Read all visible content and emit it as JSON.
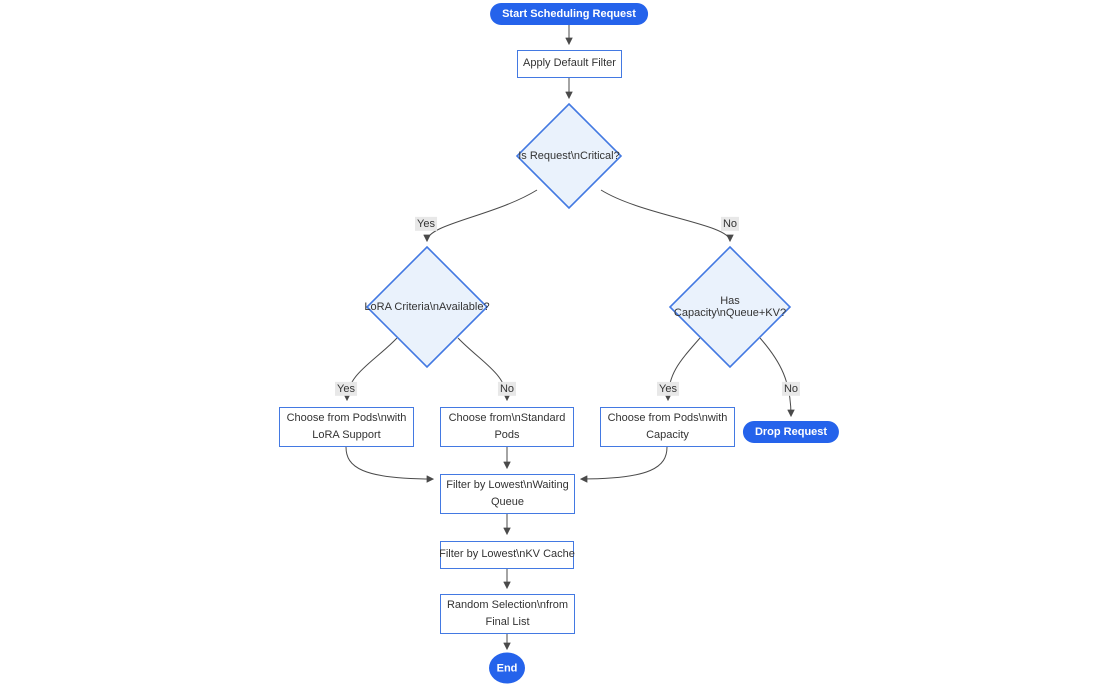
{
  "diagram": {
    "type": "flowchart",
    "direction": "top-down",
    "colors": {
      "accent_blue": "#2563eb",
      "node_border_blue": "#4379e2",
      "diamond_fill": "#eaf2fc",
      "edge_stroke": "#4a4a4a",
      "edge_label_bg": "#e8e8e8",
      "text": "#333333",
      "background": "#ffffff"
    },
    "nodes": {
      "start": {
        "shape": "stadium",
        "lines": [
          "Start Scheduling Request"
        ]
      },
      "apply_default_filter": {
        "shape": "rect",
        "lines": [
          "Apply Default Filter"
        ]
      },
      "is_request_critical": {
        "shape": "diamond",
        "lines": [
          "Is Request\\nCritical?"
        ]
      },
      "lora_criteria_available": {
        "shape": "diamond",
        "lines": [
          "LoRA Criteria\\nAvailable?"
        ]
      },
      "has_capacity_queue_kv": {
        "shape": "diamond",
        "lines": [
          "Has Capacity\\nQueue+KV?"
        ]
      },
      "choose_pods_lora": {
        "shape": "rect",
        "lines": [
          "Choose from Pods\\nwith",
          "LoRA Support"
        ]
      },
      "choose_standard_pods": {
        "shape": "rect",
        "lines": [
          "Choose from\\nStandard",
          "Pods"
        ]
      },
      "choose_pods_capacity": {
        "shape": "rect",
        "lines": [
          "Choose from Pods\\nwith",
          "Capacity"
        ]
      },
      "drop_request": {
        "shape": "stadium",
        "lines": [
          "Drop Request"
        ]
      },
      "filter_waiting_queue": {
        "shape": "rect",
        "lines": [
          "Filter by Lowest\\nWaiting",
          "Queue"
        ]
      },
      "filter_kv_cache": {
        "shape": "rect",
        "lines": [
          "Filter by Lowest\\nKV Cache"
        ]
      },
      "random_selection": {
        "shape": "rect",
        "lines": [
          "Random Selection\\nfrom",
          "Final List"
        ]
      },
      "end": {
        "shape": "circle",
        "lines": [
          "End"
        ]
      }
    },
    "edge_labels": {
      "critical_yes": "Yes",
      "critical_no": "No",
      "lora_yes": "Yes",
      "lora_no": "No",
      "capacity_yes": "Yes",
      "capacity_no": "No"
    }
  }
}
